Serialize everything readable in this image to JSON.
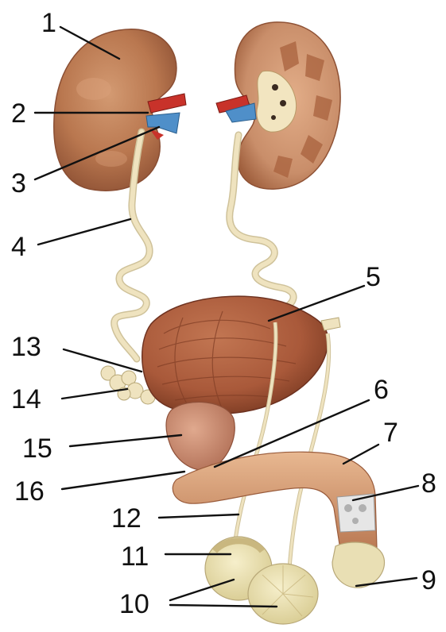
{
  "labels": {
    "n1": "1",
    "n2": "2",
    "n3": "3",
    "n4": "4",
    "n5": "5",
    "n6": "6",
    "n7": "7",
    "n8": "8",
    "n9": "9",
    "n10": "10",
    "n11": "11",
    "n12": "12",
    "n13": "13",
    "n14": "14",
    "n15": "15",
    "n16": "16"
  },
  "colors": {
    "background": "#ffffff",
    "kidney": "#b9774f",
    "kidney_cortex": "#c98e6a",
    "kidney_medulla": "#a8623d",
    "artery": "#c8322a",
    "vein": "#4f8fc9",
    "ureter": "#efe3bf",
    "bladder": "#a9593a",
    "prostate": "#c5846a",
    "penis": "#d8a47e",
    "glans": "#e9dfb4",
    "testis": "#e8e0b0"
  }
}
